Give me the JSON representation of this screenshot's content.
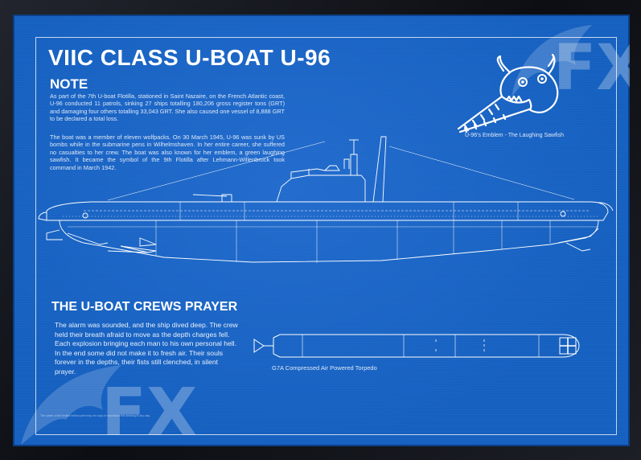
{
  "title": "VIIC CLASS U-BOAT  U-96",
  "note": {
    "heading": "NOTE",
    "paragraph1": "As part of the 7th U-boat Flotilla, stationed in Saint Nazaire, on the French Atlantic coast, U-96 conducted 11 patrols, sinking 27 ships totalling 180,206 gross register tons (GRT) and damaging four others totalling 33,043 GRT. She also caused one vessel of 8,888 GRT to be declared a total loss.",
    "paragraph2": "The boat was a member of eleven wolfpacks. On 30 March 1945, U-96 was sunk by US bombs while in the submarine pens in Wilhelmshaven. In her entire career, she suffered no casualties to her crew. The boat was also known for her emblem, a green laughing sawfish. It became the symbol of the 9th Flotilla after Lehmann-Willenbrock took command in March 1942."
  },
  "emblem": {
    "caption": "U-96's Emblem - The Laughing Sawfish",
    "icon": "laughing-sawfish-icon"
  },
  "prayer": {
    "heading": "THE U-BOAT CREWS PRAYER",
    "text": "The alarm was sounded, and the ship dived deep. The crew held their breath afraid to move as the depth charges fell. Each explosion bringing each man to his own personal hell. In the end some did not make it to fresh air. Their souls forever in the depths, their fists still clenched, in silent prayer."
  },
  "torpedo": {
    "caption": "G7A Compressed Air Powered Torpedo"
  },
  "watermark": {
    "text": "FX"
  },
  "fine_print": "The owner of the limited edition print may not copy or reproduce this drawing in any way.",
  "colors": {
    "blueprint": "#1560c0",
    "line": "#ffffff",
    "frame": "#101218"
  }
}
